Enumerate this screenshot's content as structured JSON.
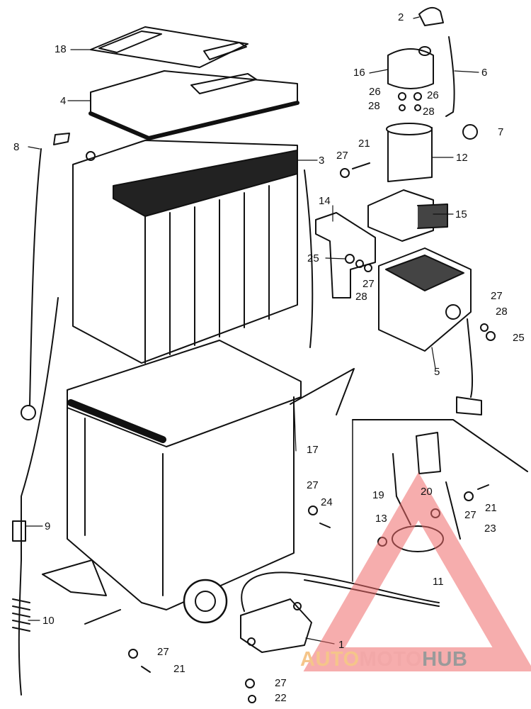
{
  "callouts": [
    {
      "id": "2",
      "text": "2"
    },
    {
      "id": "18",
      "text": "18"
    },
    {
      "id": "16",
      "text": "16"
    },
    {
      "id": "6",
      "text": "6"
    },
    {
      "id": "4",
      "text": "4"
    },
    {
      "id": "26a",
      "text": "26"
    },
    {
      "id": "26b",
      "text": "26"
    },
    {
      "id": "28a",
      "text": "28"
    },
    {
      "id": "28b",
      "text": "28"
    },
    {
      "id": "7",
      "text": "7"
    },
    {
      "id": "8",
      "text": "8"
    },
    {
      "id": "27a",
      "text": "27"
    },
    {
      "id": "21a",
      "text": "21"
    },
    {
      "id": "3",
      "text": "3"
    },
    {
      "id": "12",
      "text": "12"
    },
    {
      "id": "14",
      "text": "14"
    },
    {
      "id": "15",
      "text": "15"
    },
    {
      "id": "25a",
      "text": "25"
    },
    {
      "id": "27b",
      "text": "27"
    },
    {
      "id": "28c",
      "text": "28"
    },
    {
      "id": "27c",
      "text": "27"
    },
    {
      "id": "28d",
      "text": "28"
    },
    {
      "id": "25b",
      "text": "25"
    },
    {
      "id": "5",
      "text": "5"
    },
    {
      "id": "17",
      "text": "17"
    },
    {
      "id": "27d",
      "text": "27"
    },
    {
      "id": "24",
      "text": "24"
    },
    {
      "id": "9",
      "text": "9"
    },
    {
      "id": "19",
      "text": "19"
    },
    {
      "id": "20",
      "text": "20"
    },
    {
      "id": "27e",
      "text": "27"
    },
    {
      "id": "21b",
      "text": "21"
    },
    {
      "id": "23",
      "text": "23"
    },
    {
      "id": "13",
      "text": "13"
    },
    {
      "id": "11",
      "text": "11"
    },
    {
      "id": "10",
      "text": "10"
    },
    {
      "id": "1",
      "text": "1"
    },
    {
      "id": "27f",
      "text": "27"
    },
    {
      "id": "21c",
      "text": "21"
    },
    {
      "id": "27g",
      "text": "27"
    },
    {
      "id": "22",
      "text": "22"
    }
  ],
  "watermark": {
    "part1": "AUTO",
    "part2": "MOTO",
    "part3": "HUB",
    "color1": "#f5c58a",
    "color2": "#f2a8a8",
    "color3": "#9a9a9a",
    "triangle_color": "#ef6a6a"
  }
}
